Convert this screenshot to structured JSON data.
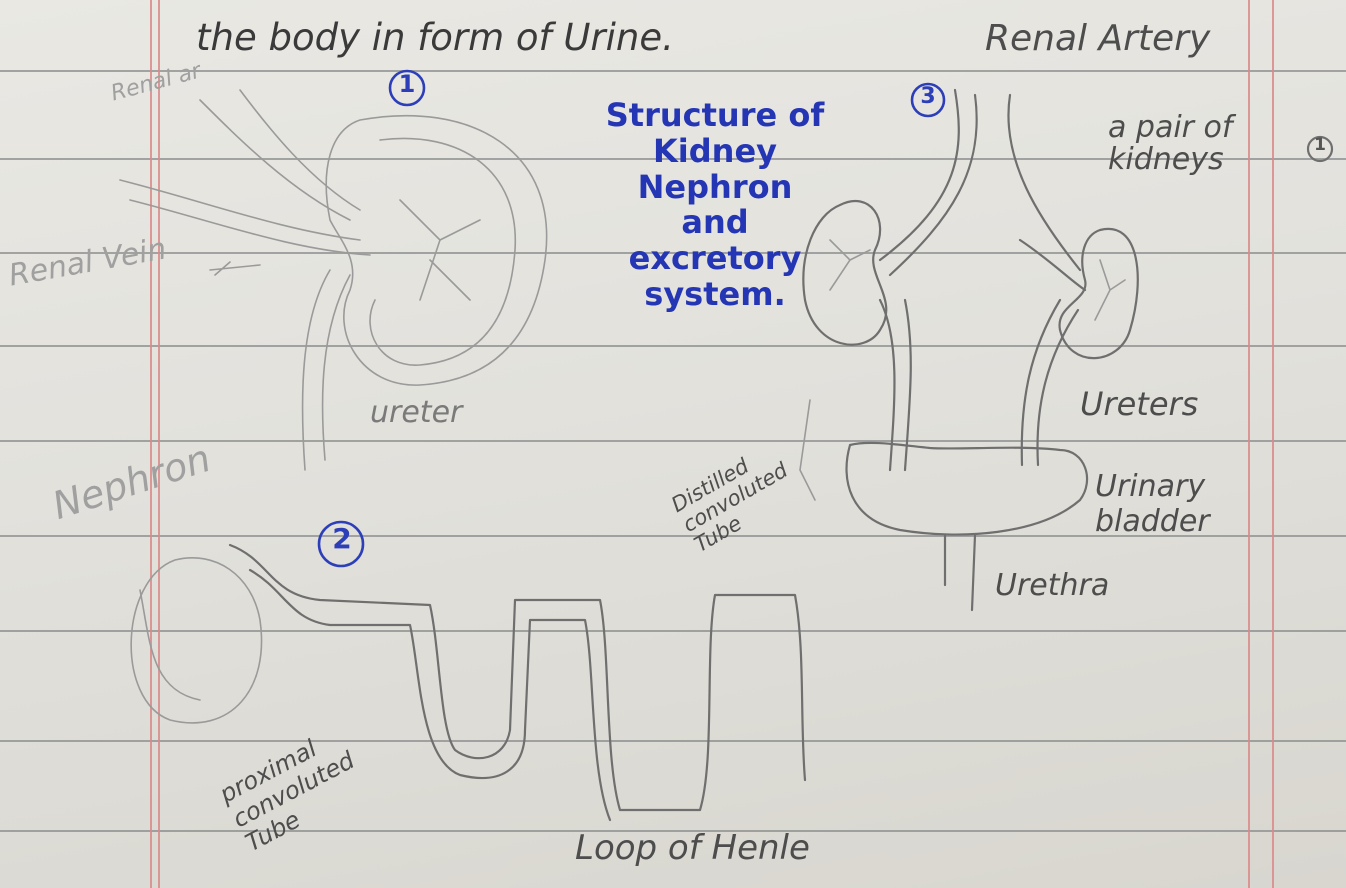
{
  "header_text": "the body in form of Urine.",
  "blue_title": [
    "Structure of",
    "Kidney",
    "Nephron",
    "and",
    "excretory",
    "system."
  ],
  "circled_numbers": {
    "top_left": "1",
    "top_right": "3",
    "nephron": "2",
    "far_right": "1"
  },
  "kidney_labels": {
    "renal_artery": "Renal Artery",
    "renal_vein": "Renal Vein",
    "ureter": "ureter",
    "renal_faint": "Renal ar"
  },
  "system_labels": {
    "pair_of_kidneys": "a pair of kidneys",
    "ureters": "Ureters",
    "urinary_bladder": "Urinary bladder",
    "urethra": "Urethra"
  },
  "nephron_labels": {
    "nephron": "Nephron",
    "distal": "Distilled convoluted Tube",
    "proximal": "proximal convoluted Tube",
    "loop": "Loop of Henle"
  }
}
